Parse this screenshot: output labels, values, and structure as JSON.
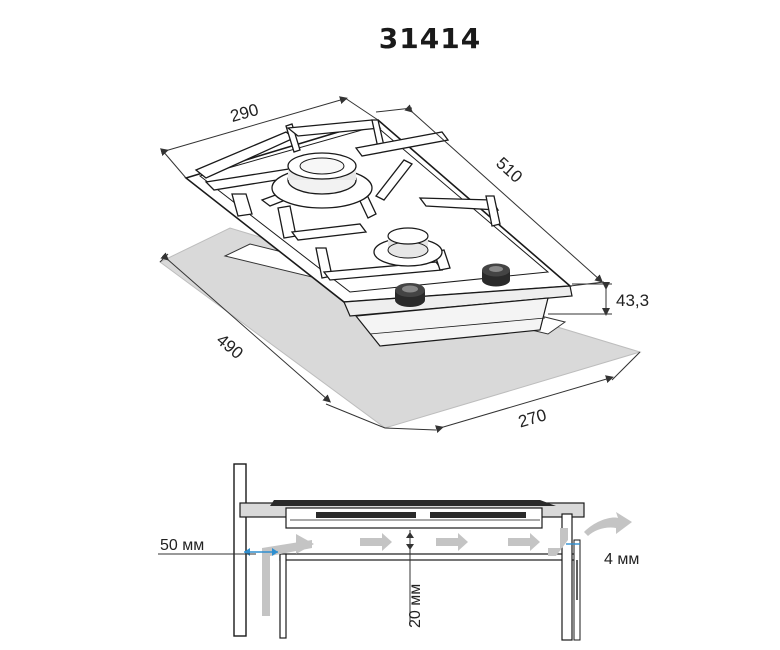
{
  "model": "31414",
  "dimensions": {
    "top_width": "290",
    "top_depth": "510",
    "height": "43,3",
    "cutout_depth": "490",
    "cutout_width": "270"
  },
  "installation": {
    "gap_left": "50 мм",
    "gap_vertical": "20 мм",
    "gap_right": "4 мм"
  },
  "colors": {
    "line": "#1a1a1a",
    "panel_gray": "#d9d9d9",
    "arrow_gray": "#c4c4c4",
    "accent_blue": "#2f8fd0"
  }
}
